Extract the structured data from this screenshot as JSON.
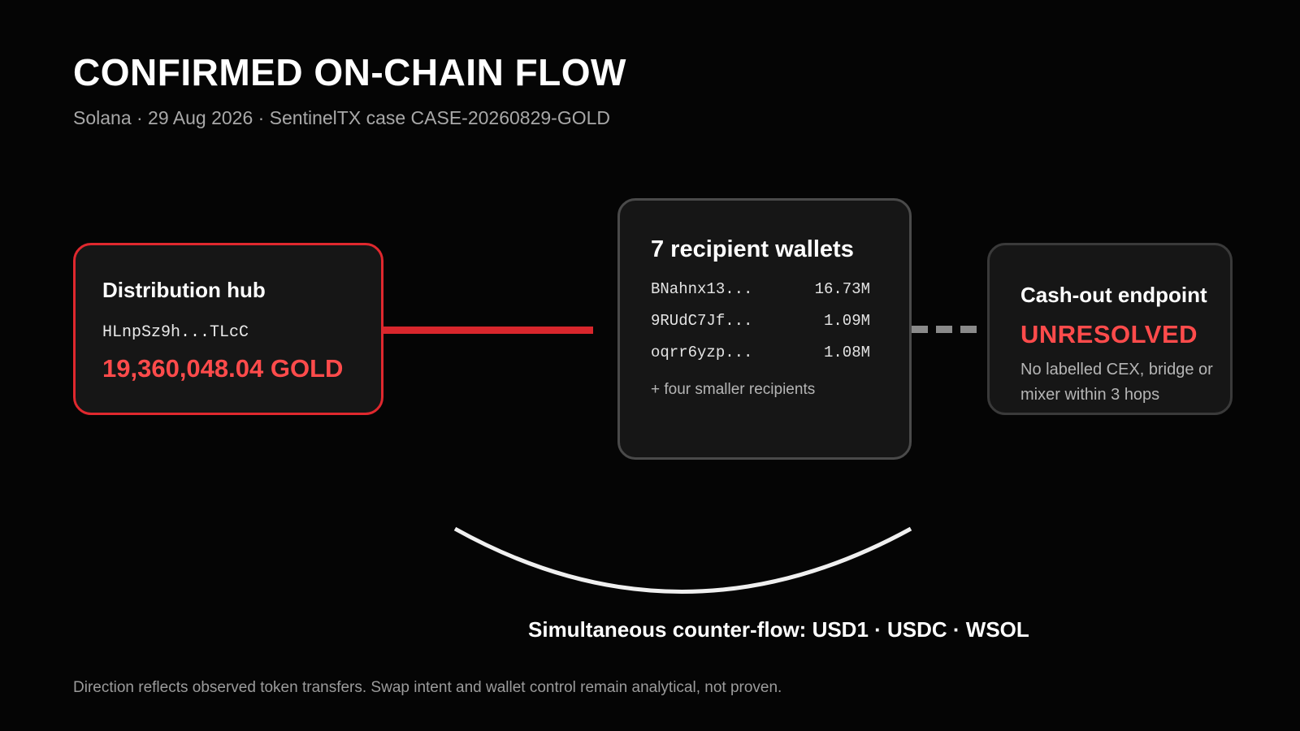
{
  "header": {
    "title": "CONFIRMED ON-CHAIN FLOW",
    "subtitle": "Solana · 29 Aug 2026 · SentinelTX case CASE-20260829-GOLD"
  },
  "hub": {
    "title": "Distribution hub",
    "address": "HLnpSz9h...TLcC",
    "amount": "19,360,048.04 GOLD"
  },
  "recipients": {
    "title": "7 recipient wallets",
    "wallets": [
      {
        "address": "BNahnx13...",
        "amount": "16.73M"
      },
      {
        "address": "9RUdC7Jf...",
        "amount": "1.09M"
      },
      {
        "address": "oqrr6yzp...",
        "amount": "1.08M"
      }
    ],
    "more": "+ four smaller recipients"
  },
  "cashout": {
    "title": "Cash-out endpoint",
    "status": "UNRESOLVED",
    "note": "No labelled CEX, bridge or mixer within 3 hops"
  },
  "counterflow": "Simultaneous counter-flow: USD1 · USDC · WSOL",
  "footnote": "Direction reflects observed token transfers. Swap intent and wallet control remain analytical, not proven.",
  "colors": {
    "alert": "#ff4b4b",
    "hub_border": "#e0282e",
    "background": "#050505"
  }
}
